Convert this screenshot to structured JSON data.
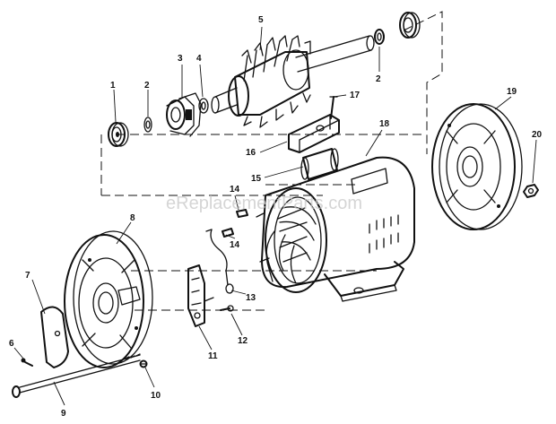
{
  "watermark": "eReplacementParts.com",
  "callouts": {
    "c1": "1",
    "c2a": "2",
    "c2b": "2",
    "c3": "3",
    "c4": "4",
    "c5": "5",
    "c6": "6",
    "c7": "7",
    "c8": "8",
    "c9": "9",
    "c10": "10",
    "c11": "11",
    "c12": "12",
    "c13": "13",
    "c14a": "14",
    "c14b": "14",
    "c15": "15",
    "c16": "16",
    "c17": "17",
    "c18": "18",
    "c19": "19",
    "c20": "20"
  }
}
